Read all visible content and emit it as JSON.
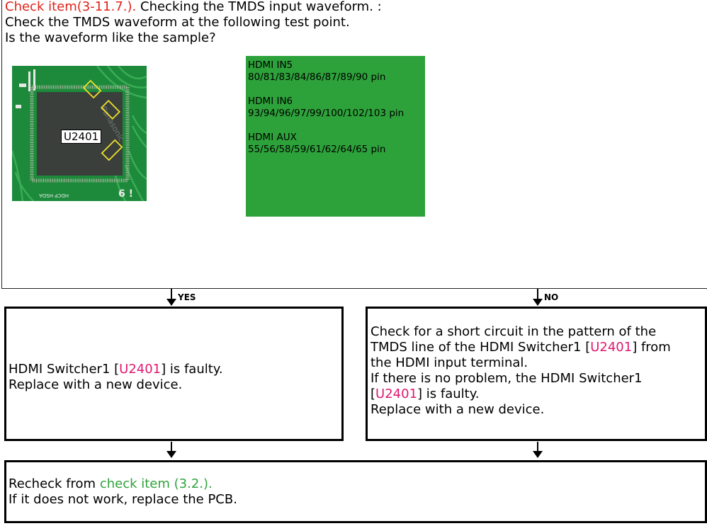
{
  "header": {
    "check_ref": "Check item(3-11.7.).",
    "check_title": " Checking the TMDS input waveform. :",
    "line2": "Check the TMDS waveform at the following test point.",
    "line3": "Is the waveform like the sample?"
  },
  "photo": {
    "component_label": "U2401",
    "brand_marking": "Panasonic",
    "silk_label": "HDCP HSDA"
  },
  "test_points": [
    {
      "title": "HDMI IN5",
      "pins": "80/81/83/84/86/87/89/90 pin"
    },
    {
      "title": "HDMI IN6",
      "pins": "93/94/96/97/99/100/102/103 pin"
    },
    {
      "title": "HDMI AUX",
      "pins": "55/56/58/59/61/62/64/65 pin"
    }
  ],
  "branches": {
    "yes_label": "YES",
    "no_label": "NO"
  },
  "yes_box": {
    "l1_pre": "HDMI Switcher1 [",
    "l1_ref": "U2401",
    "l1_post": "] is faulty.",
    "l2": "Replace with a new device."
  },
  "no_box": {
    "l1": "Check for a short circuit in the pattern of the",
    "l2_pre": "TMDS line of the HDMI Switcher1 [",
    "l2_ref": "U2401",
    "l2_post": "] from",
    "l3": "the HDMI input terminal.",
    "l4": "If there is no problem, the HDMI Switcher1",
    "l5_pre": "[",
    "l5_ref": "U2401",
    "l5_post": "] is faulty.",
    "l6": "Replace with a new device."
  },
  "final_box": {
    "l1_pre": "Recheck from ",
    "l1_link": "check item (3.2.).",
    "l2": "If it does not work, replace the PCB."
  },
  "colors": {
    "check_ref": "#e0231a",
    "component_ref": "#e0186f",
    "link": "#2fa23a",
    "panel": "#2da23a"
  }
}
